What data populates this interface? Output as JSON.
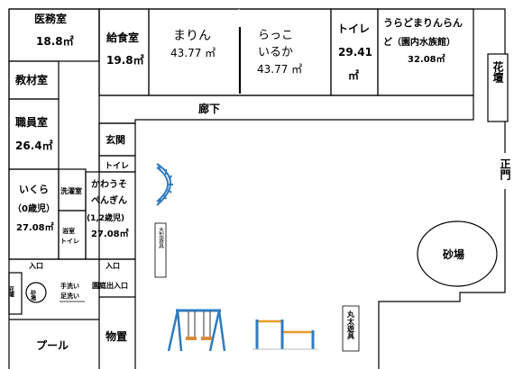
{
  "rooms": {
    "medical": {
      "name": "医務室",
      "area": "18.8㎡"
    },
    "kitchen": {
      "name": "給食室",
      "area": "19.8㎡"
    },
    "marin": {
      "name": "まりん",
      "area": "43.77 ㎡"
    },
    "rakko_iruka": {
      "name_1": "らっこ",
      "name_2": "いるか",
      "area": "43.77 ㎡"
    },
    "toilet": {
      "name": "トイレ",
      "area_1": "29.41",
      "area_2": "㎡"
    },
    "uradomarin": {
      "name_1": "うらどまりんらん",
      "name_2": "ど（園内水族館）",
      "area": "32.08㎡"
    },
    "materials": {
      "name": "教材室"
    },
    "staff": {
      "name": "職員室",
      "area": "26.4㎡"
    },
    "corridor": {
      "name": "廊下"
    },
    "entrance": {
      "name": "玄関"
    },
    "toilet_small": {
      "name": "トイレ"
    },
    "ikura": {
      "name": "いくら",
      "age": "（0歳児）",
      "area": "27.08㎡"
    },
    "laundry": {
      "name": "洗濯室"
    },
    "bath_toilet": {
      "name_1": "浴室",
      "name_2": "トイレ"
    },
    "kawauso": {
      "name_1": "かわうそ",
      "name_2": "ぺんぎん",
      "age": "(1,2歳児)",
      "area": "27.08㎡"
    },
    "storage": {
      "name": "物置"
    },
    "pool": {
      "name": "プール"
    }
  },
  "labels": {
    "flower_bed_right": "花壇",
    "main_gate": "正門",
    "sandbox_area": "砂場",
    "entry_1": "入口",
    "entry_2": "入口",
    "garden_entry": "園庭出入口",
    "flower_bed_small": "花壇",
    "sandbox_small": "砂場",
    "handwash": "手洗い",
    "footwash": "足洗い",
    "playground_equipment": "大型遊具",
    "log_equipment": "丸太遊具"
  }
}
